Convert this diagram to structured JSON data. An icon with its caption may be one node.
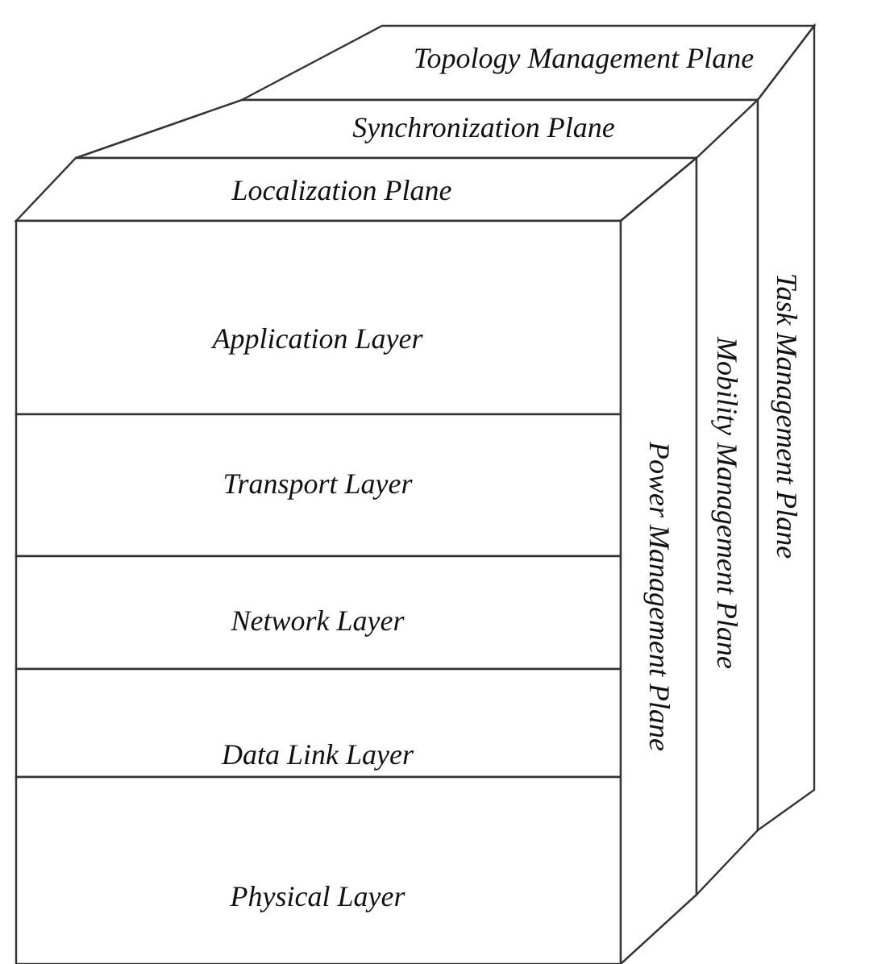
{
  "diagram": {
    "nodes": [
      {
        "text": [
          "Topology Management Plane"
        ]
      },
      {
        "text": [
          "Synchronization Plane"
        ]
      },
      {
        "text": [
          "Localization Plane"
        ]
      },
      {
        "text": [
          "Application Layer"
        ]
      },
      {
        "text": [
          "Transport Layer"
        ]
      },
      {
        "text": [
          "Network Layer"
        ]
      },
      {
        "text": [
          "Data Link Layer"
        ]
      },
      {
        "text": [
          "Physical Layer"
        ]
      },
      {
        "text": [
          "Power Management Plane"
        ]
      },
      {
        "text": [
          "Mobility Management Plane"
        ]
      },
      {
        "text": [
          "Task Management Plane"
        ]
      }
    ],
    "edges": []
  }
}
